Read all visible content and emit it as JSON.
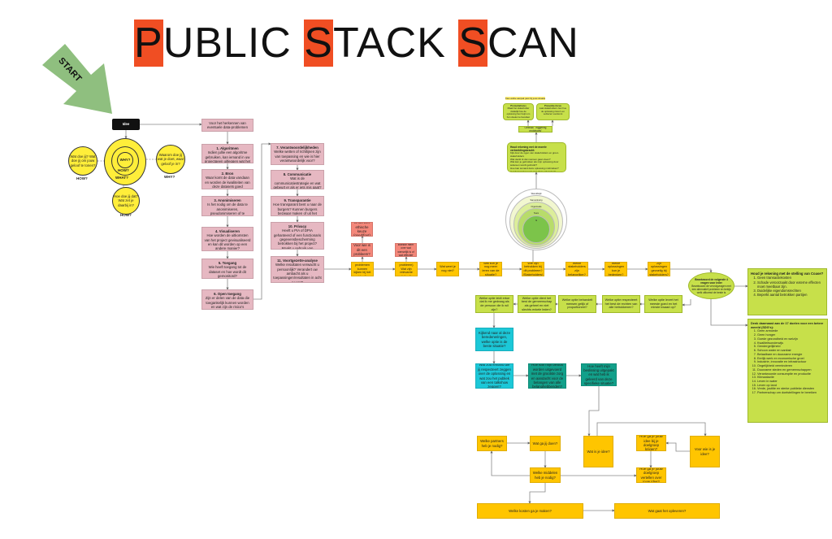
{
  "title": {
    "p": "P",
    "ublic": "UBLIC ",
    "s1": "S",
    "tack": "TACK ",
    "s2": "S",
    "can": "CAN"
  },
  "start": "START",
  "idea": "Idee",
  "circles": {
    "why": "WHY?",
    "how": "HOW?",
    "what": "WHAT?",
    "left": "Wat doe jij? Wat doe jij om jouw geloof te tonen?",
    "right": "Waarom doe jij wat je doet, waar geloof je in?",
    "bottom": "Hoe doe jij dat? Wat zet je daarbij in?",
    "left_label": "HOW?",
    "right_label": "WHY?",
    "bottom_label": "HOW?"
  },
  "col1": [
    {
      "t": "",
      "d": "Voor het herkennen van eventuele data-problemen met DEDA:"
    },
    {
      "t": "1. Algoritmen",
      "d": "Indien jullie een algoritme gebruiken, kan iemand in uw projectgeen uitleggen wat het algoritme doet?"
    },
    {
      "t": "2. Bron",
      "d": "Waar komt de data vandaan en worden de kwaliteiten van deze datasets goed gecontroleerd"
    },
    {
      "t": "3. Anonimiseren",
      "d": "Is het nodig om de data te anonimiseren, pseudonimiseren of te generaliseren?"
    },
    {
      "t": "4. Visualiseren",
      "d": "Hoe worden de uitkomsten van het project gevisualiseerd en kan dit worden op een andere manier?"
    },
    {
      "t": "5. Toegang",
      "d": "Wie heeft toegang tot de dataset en hoe wordt dit gemonitord?"
    },
    {
      "t": "6. Open toegang",
      "d": "Zijn er delen van de data die toegankelijk kunnen worden en wat zijn de risico's daarvan?"
    }
  ],
  "col2": [
    {
      "t": "7. Verantwoordelijkheden",
      "d": "Welke wetten of richtlijnen zijn van toepassing en wie is hier verantwoordelijk voor?"
    },
    {
      "t": "8. Communicatie",
      "d": "Wat is de communicatiestrategie en wat gebeurt er als er iets mis gaat?"
    },
    {
      "t": "9. Transparantie",
      "d": "Hoe transparant bent u naar de burgers? Kunnen burgers bezwaar maken of uit het project stappen?"
    },
    {
      "t": "10. Privacy",
      "d": "Heeft u PIA of DPIA gehanteerd of een functionaris gegevensbescherming betrokken bij het project? Maakt u gebruik van persoonsgegevens?"
    },
    {
      "t": "11. Voortgezette-analyse",
      "d": "Welke resultaten verwacht u persoonlijk? Verandert uw ambacht als u toepassingen/resultaten in acht neemt?"
    }
  ],
  "salmon": [
    "Is het een ethische keuze (goed/fout)",
    "Voor wie is dit een probleem?",
    "Gaat deze kwestie meer over wat wenselijk is of wat effectief is?"
  ],
  "main_row": [
    "Welke problemen kunnen kijken bij het idee?",
    "(Per probleem) Wat zijn relevante feiten?",
    "Wat weet je nog niet?",
    "Wat kun je nog meer leren van de situatie?",
    "Wie zijn betrokken bij dit probleem? (Stakeholders)",
    "Welke stakeholders zijn belangrijker?",
    "Welke oplossingen kun je bedenken?",
    "Zijn oplossingen gevoelig bij stakeholders?"
  ],
  "oval": {
    "t": "Beantwoord de volgende 4 vragen voor ieder",
    "d": "Beantwoord de vervolgvragen met een alternatief probleem en bekijk welk uitkomst de beste is"
  },
  "goal_box": {
    "t": "Houd je rekening met de stelling van Coase?",
    "items": [
      "Geen transactiekosten",
      "Schade veroorzaakt door externe effecten moet meetbaar zijn.",
      "Duidelijke eigendomsrechten",
      "Beperkt aantal betrokken partijen"
    ]
  },
  "sdg_box": {
    "t": "Denk daarnaast aan de 17 doelen voor een betere wereld (SDG's):",
    "items": [
      "Geen armoede",
      "Geen honger",
      "Goede gezondheid en welzijn",
      "Kwaliteitsonderwijs",
      "Gendergelijkheid",
      "Schoon water en sanitair",
      "Betaalbare en duurzame energie",
      "Eerlijk werk en economische groei",
      "Industrie, innovatie en infrastructuur",
      "Ongelijkheid verminderen",
      "Duurzame steden en gemeenschappen",
      "Verantwoorde consumptie en productie",
      "Klimaatactie",
      "Leven in water",
      "Leven op land",
      "Vrede, justitie en sterke publieke diensten",
      "Partnerschap om doelstellingen te bereiken"
    ]
  },
  "lime_row": [
    "Welke optie leidt ertoe dat ik me gedraag als de persoon die ik wil zijn?",
    "Welke optie dient het best de gemeenschap als geheel en niet slechts enkele leden?",
    "Welke optie behandelt mensen gelijk of proportioneel?",
    "Welke optie respecteert het best de rechten van alle betrokkenen?",
    "Welke optie levert het meeste goed en het minste kwaad op?"
  ],
  "cyan": [
    "Kijkend naar al deze beredeneringen, welke optie is de beste situatie?",
    "Wat zou iemand die jij respecteert zeggen over de oplossing en wat zou het publiek van een talkshow zeggen?"
  ],
  "teal": [
    "Hoe kan mijn besluit worden uitgevoerd met de grootste zorg en aandacht voor de belangen van alle belanghebbenden?",
    "Hoe heeft mijn beslissing uitgepakt en wat heb ik geleerd van deze specifieke situatie?"
  ],
  "bottom": {
    "partners": "Welke partners heb je nodig?",
    "doen": "Wat ga jij doen?",
    "idee": "Wat is je idee?",
    "doelgroep_krijgen": "Hoe ga je jouw idee bij je doelgroep krijgen?",
    "voor_wie": "Voor wie is je idee?",
    "middelen": "Welke middelen heb je nodig?",
    "vertellen": "Hoe ga je jouw doelgroep vertellen over jouw idee?",
    "kosten": "Welke kosten ga je maken?",
    "opleveren": "Wat gaat het opleveren?"
  },
  "top_green": {
    "header": "Kies welke aanpak past bij jouw situatie",
    "a_t": "Promotiefocus",
    "a_d": "Maak het stakeholder duidelijk hoe de oplossing hen helpt om hun doelen te bereiken",
    "b_t": "Preventie-focus",
    "b_d": "Laat stakeholders zien hoe de oplossing risico's en verliezen voorkomt",
    "trigger": "Gebruik 'Triggering prototypes'",
    "big_t": "Houd rekening met de morele verbeeldingskracht:",
    "big_items": [
      "Kijk door de ogen van stakeholders en groot-stakeholders",
      "Wat denkt ik dat mensen gaan doen?",
      "Wat kan je gebruiken als mijn oplossing door iedereen wordt gebruikt?",
      "Hoe kan iemand deze oplossing misbruiken?",
      "Is iedereen het eens met deze oplossing?"
    ]
  },
  "rings": [
    "Wereldwijd",
    "Samenleving",
    "Organisatie",
    "Team",
    "Ik"
  ],
  "colors": {
    "accent": "#f04e23",
    "pink": "#e6b8c2",
    "yellow": "#ffc500",
    "lime": "#c7e04a",
    "cyan": "#1cc8d8",
    "teal": "#12a08a"
  }
}
